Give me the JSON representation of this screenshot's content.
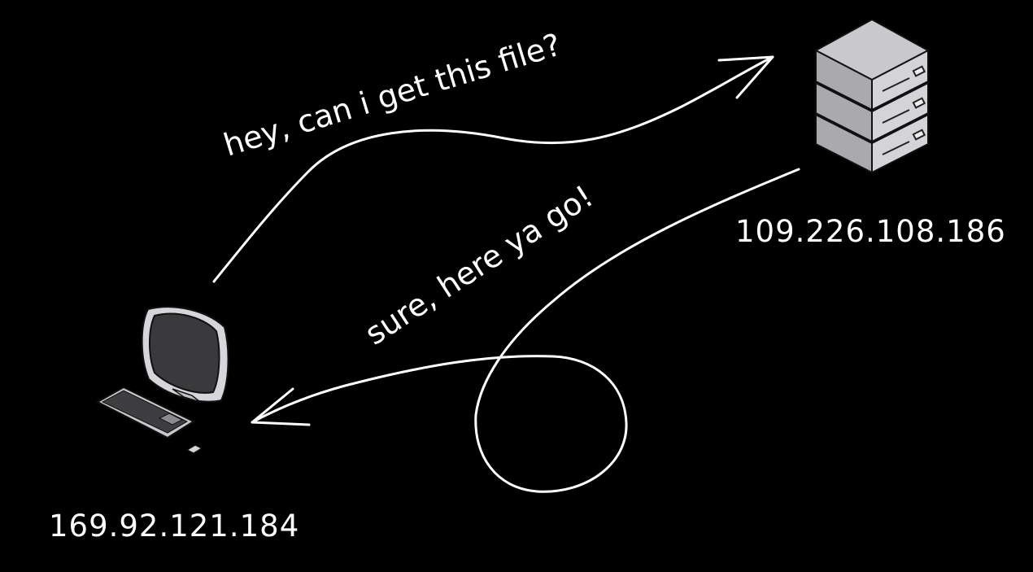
{
  "diagram": {
    "background_color": "#000000",
    "ink_color": "#ffffff",
    "server": {
      "icon": "server-rack-icon",
      "ip_label": "109.226.108.186"
    },
    "client": {
      "icon": "desktop-computer-icon",
      "ip_label": "169.92.121.184"
    },
    "request": {
      "message": "hey, can i get this file?",
      "direction": "client-to-server"
    },
    "response": {
      "message": "sure, here ya go!",
      "direction": "server-to-client"
    }
  }
}
